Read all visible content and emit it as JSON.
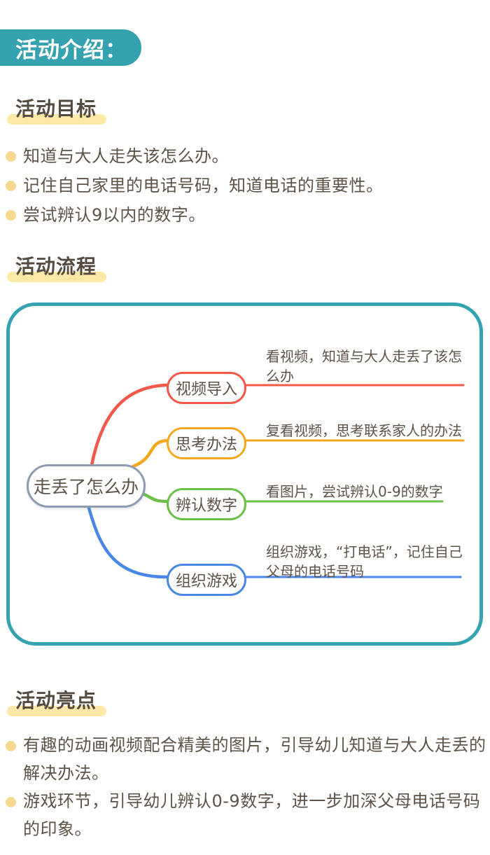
{
  "header": {
    "badge_label": "活动介绍："
  },
  "goals": {
    "title": "活动目标",
    "bullets": [
      "知道与大人走失该怎么办。",
      "记住自己家里的电话号码，知道电话的重要性。",
      "尝试辨认9以内的数字。"
    ]
  },
  "process": {
    "title": "活动流程"
  },
  "mindmap": {
    "root": "走丢了怎么办",
    "branches": [
      {
        "label": "视频导入",
        "desc": "看视频，知道与大人走丢了该怎么办",
        "color": "#f2594a"
      },
      {
        "label": "思考办法",
        "desc": "复看视频，思考联系家人的办法",
        "color": "#f7a71d"
      },
      {
        "label": "辨认数字",
        "desc": "看图片，尝试辨认0-9的数字",
        "color": "#6cc04a"
      },
      {
        "label": "组织游戏",
        "desc": "组织游戏，“打电话”，记住自己父母的电话号码",
        "color": "#4a86e8"
      }
    ],
    "root_border_color": "#8e9bb3",
    "box_border_color": "#35a2b0"
  },
  "highlights": {
    "title": "活动亮点",
    "bullets": [
      "有趣的动画视频配合精美的图片，引导幼儿知道与大人走丢的解决办法。",
      "游戏环节，引导幼儿辨认0-9数字，进一步加深父母电话号码的印象。"
    ]
  },
  "colors": {
    "teal_accent": "#35a2b0",
    "title_text": "#554a3f",
    "body_text": "#5d5347",
    "highlight_bar": "#fce9a8",
    "bullet_dot": "#f8d992"
  }
}
